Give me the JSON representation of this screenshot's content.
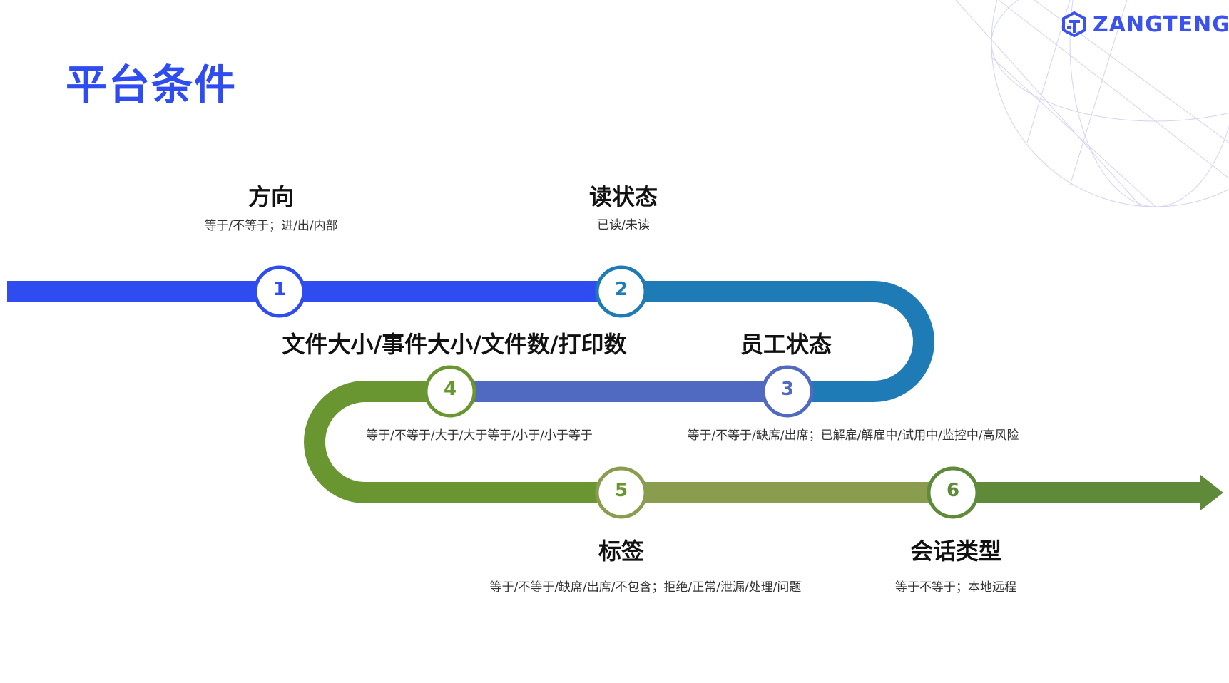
{
  "title": "平台条件",
  "logo": {
    "text": "ZANGTENG"
  },
  "colors": {
    "blue": "#2f4cf0",
    "teal": "#1f7bb5",
    "indigo": "#5069c1",
    "green": "#6a9632",
    "olive": "#8a9c4e",
    "darkgreen": "#5e8a3a"
  },
  "steps": [
    {
      "num": "1",
      "title": "方向",
      "desc": "等于/不等于；进/出/内部"
    },
    {
      "num": "2",
      "title": "读状态",
      "desc": "已读/未读"
    },
    {
      "num": "3",
      "title": "员工状态",
      "desc": "等于/不等于/缺席/出席；已解雇/解雇中/试用中/监控中/高风险"
    },
    {
      "num": "4",
      "title": "文件大小/事件大小/文件数/打印数",
      "desc": "等于/不等于/大于/大于等于/小于/小于等于"
    },
    {
      "num": "5",
      "title": "标签",
      "desc": "等于/不等于/缺席/出席/不包含；拒绝/正常/泄漏/处理/问题"
    },
    {
      "num": "6",
      "title": "会话类型",
      "desc": "等于不等于；本地远程"
    }
  ]
}
